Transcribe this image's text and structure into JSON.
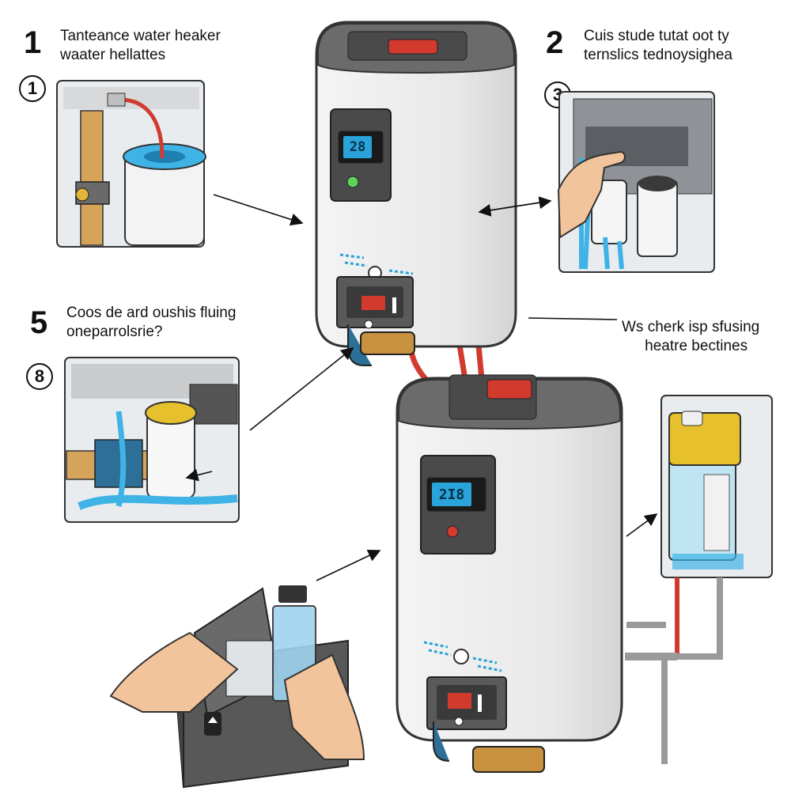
{
  "steps": [
    {
      "number": "1",
      "line1": "Tanteance water heaker",
      "line2": "waater hellattes"
    },
    {
      "number": "2",
      "line1": "Cuis stude tutat oot ty",
      "line2": "ternslics tednoysighea"
    },
    {
      "number": "5",
      "line1": "Coos de ard oushis fluing",
      "line2": "oneparrolsrie?"
    },
    {
      "number": "",
      "line1": "Ws cherk isp sfusing",
      "line2": "heatre bectines"
    }
  ],
  "badges": [
    "1",
    "3",
    "8"
  ],
  "heaters": [
    {
      "display": "28"
    },
    {
      "display": "2I8"
    }
  ],
  "colors": {
    "body": "#ececec",
    "lid": "#6b6b6b",
    "panel": "#4a4a4a",
    "screen": "#29a3d9",
    "pipe_red": "#d23a2e",
    "water": "#3fb3e6",
    "brass": "#c8913f"
  },
  "icons": [
    "arrow-icon",
    "hand-icon",
    "filter-cartridge-icon",
    "valve-icon",
    "toolbox-icon"
  ]
}
